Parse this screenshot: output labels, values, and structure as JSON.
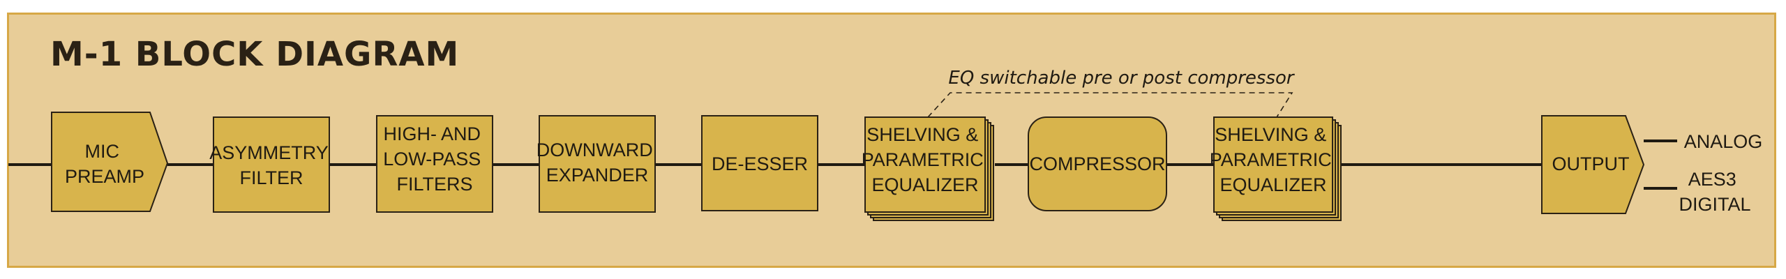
{
  "diagram": {
    "title": "M-1 BLOCK DIAGRAM",
    "eq_note": "EQ switchable pre or post compressor",
    "blocks": {
      "mic_preamp": [
        "MIC",
        "PREAMP"
      ],
      "asymmetry_filter": [
        "ASYMMETRY",
        "FILTER"
      ],
      "filters": [
        "HIGH- AND",
        "LOW-PASS",
        "FILTERS"
      ],
      "downward_expander": [
        "DOWNWARD",
        "EXPANDER"
      ],
      "de_esser": [
        "DE-ESSER"
      ],
      "eq_pre": [
        "SHELVING &",
        "PARAMETRIC",
        "EQUALIZER"
      ],
      "compressor": [
        "COMPRESSOR"
      ],
      "eq_post": [
        "SHELVING &",
        "PARAMETRIC",
        "EQUALIZER"
      ],
      "output": [
        "OUTPUT"
      ]
    },
    "outputs": {
      "analog": "ANALOG",
      "digital": [
        "AES3",
        "DIGITAL"
      ]
    },
    "colors": {
      "background": "#e8cd98",
      "border": "#d7a846",
      "block_fill": "#d8b44c",
      "line": "#1f1a12"
    }
  }
}
